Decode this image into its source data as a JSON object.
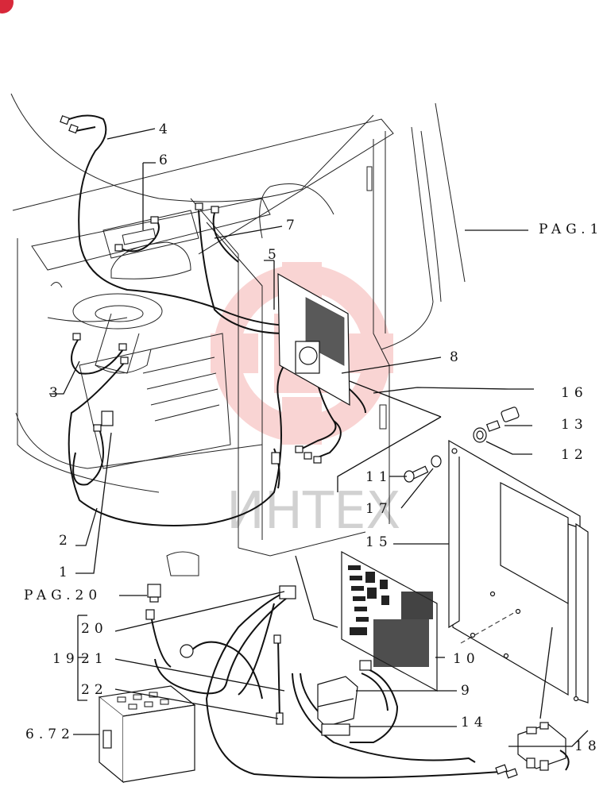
{
  "watermark": {
    "text": "ИНТЕХ",
    "color": "#e8403c"
  },
  "labels": {
    "l4": "4",
    "l6": "6",
    "l7": "7",
    "l5": "5",
    "l8": "8",
    "l3": "3",
    "l2": "2",
    "l1": "1",
    "lpag1": "PAG.1",
    "lpag20": "PAG.20",
    "l16": "16",
    "l13": "13",
    "l12": "12",
    "l11": "11",
    "l17": "17",
    "l15": "15",
    "l20": "20",
    "l19": "19",
    "l21": "21",
    "l22": "22",
    "l10": "10",
    "l9": "9",
    "l14": "14",
    "l672": "6.72",
    "l18": "18"
  }
}
